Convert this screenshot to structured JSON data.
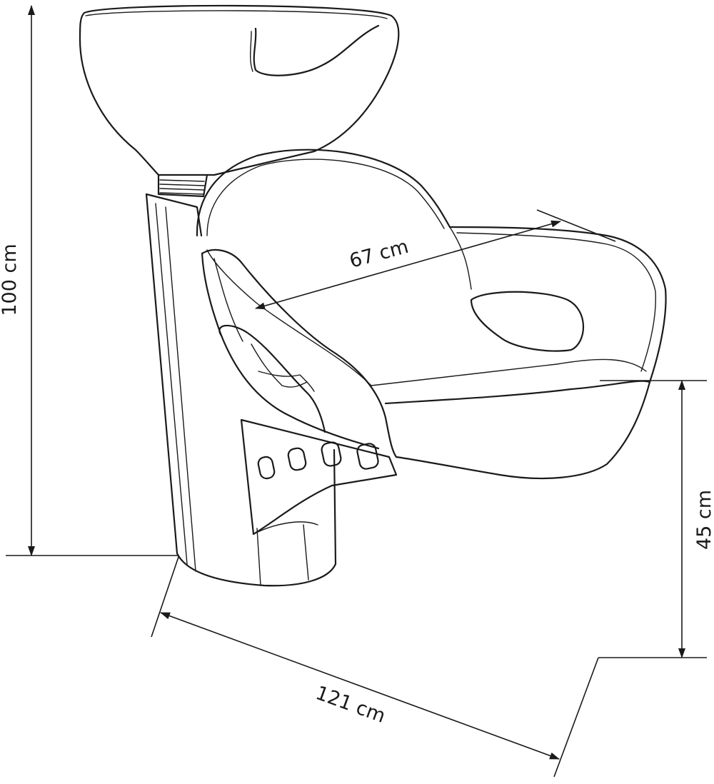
{
  "dimensions": {
    "height_total": "100 cm",
    "seat_width": "67 cm",
    "seat_height": "45 cm",
    "depth": "121 cm"
  },
  "colors": {
    "stroke": "#1a1a1a",
    "background": "#ffffff"
  }
}
